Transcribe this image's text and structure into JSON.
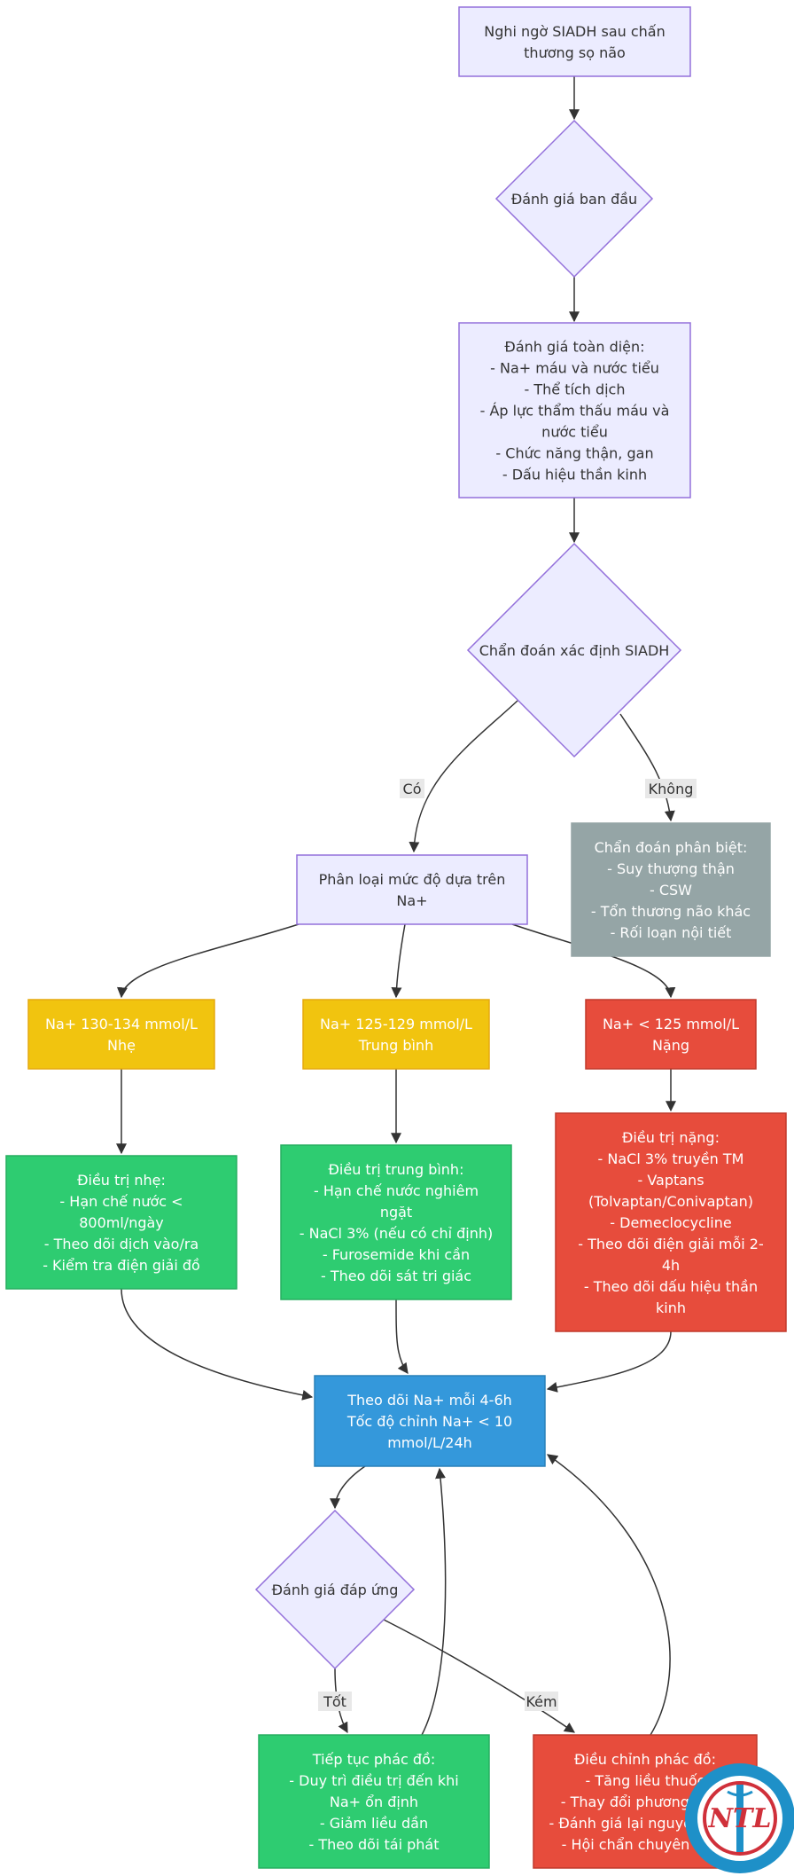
{
  "colors": {
    "default_fill": "#ECECFF",
    "default_stroke": "#9370DB",
    "gray_fill": "#95A5A6",
    "yellow_fill": "#F1C40F",
    "red_fill": "#E74C3C",
    "green_fill": "#2ECC71",
    "blue_fill": "#3498DB",
    "dark_text": "#333333",
    "light_text": "#FFFFFF"
  },
  "nodes": {
    "start": {
      "lines": [
        "Nghi ngờ SIADH sau chấn",
        "thương sọ não"
      ]
    },
    "initial_eval": {
      "lines": [
        "Đánh giá ban đầu"
      ]
    },
    "comprehensive_eval": {
      "lines": [
        "Đánh giá toàn diện:",
        "- Na+ máu và nước tiểu",
        "- Thể tích dịch",
        "- Áp lực thẩm thấu máu và",
        "nước tiểu",
        "- Chức năng thận, gan",
        "- Dấu hiệu thần kinh"
      ]
    },
    "confirm_siadh": {
      "lines": [
        "Chẩn đoán xác định SIADH"
      ]
    },
    "classify": {
      "lines": [
        "Phân loại mức độ dựa trên",
        "Na+"
      ]
    },
    "differential": {
      "lines": [
        "Chẩn đoán phân biệt:",
        "- Suy thượng thận",
        "- CSW",
        "- Tổn thương não khác",
        "- Rối loạn nội tiết"
      ]
    },
    "mild": {
      "lines": [
        "Na+ 130-134 mmol/L",
        "Nhẹ"
      ]
    },
    "moderate": {
      "lines": [
        "Na+ 125-129 mmol/L",
        "Trung bình"
      ]
    },
    "severe": {
      "lines": [
        "Na+ < 125 mmol/L",
        "Nặng"
      ]
    },
    "mild_tx": {
      "lines": [
        "Điều trị nhẹ:",
        "- Hạn chế nước <",
        "800ml/ngày",
        "- Theo dõi dịch vào/ra",
        "- Kiểm tra điện giải đồ"
      ]
    },
    "moderate_tx": {
      "lines": [
        "Điều trị trung bình:",
        "- Hạn chế nước nghiêm",
        "ngặt",
        "- NaCl 3% (nếu có chỉ định)",
        "- Furosemide khi cần",
        "- Theo dõi sát tri giác"
      ]
    },
    "severe_tx": {
      "lines": [
        "Điều trị nặng:",
        "- NaCl 3% truyền TM",
        "- Vaptans",
        "(Tolvaptan/Conivaptan)",
        "- Demeclocycline",
        "- Theo dõi điện giải mỗi 2-",
        "4h",
        "- Theo dõi dấu hiệu thần",
        "kinh"
      ]
    },
    "monitor": {
      "lines": [
        "Theo dõi Na+ mỗi 4-6h",
        "Tốc độ chỉnh Na+ < 10",
        "mmol/L/24h"
      ]
    },
    "response": {
      "lines": [
        "Đánh giá đáp ứng"
      ]
    },
    "continue": {
      "lines": [
        "Tiếp tục phác đồ:",
        "- Duy trì điều trị đến khi",
        "Na+ ổn định",
        "- Giảm liều dần",
        "- Theo dõi tái phát"
      ]
    },
    "adjust": {
      "lines": [
        "Điều chỉnh phác đồ:",
        "- Tăng liều thuốc",
        "- Thay đổi phương pháp",
        "- Đánh giá lại nguyên nhân",
        "- Hội chẩn chuyên khoa"
      ]
    }
  },
  "edge_labels": {
    "yes": "Có",
    "no": "Không",
    "good": "Tốt",
    "poor": "Kém"
  },
  "logo": {
    "text": "NTL"
  }
}
